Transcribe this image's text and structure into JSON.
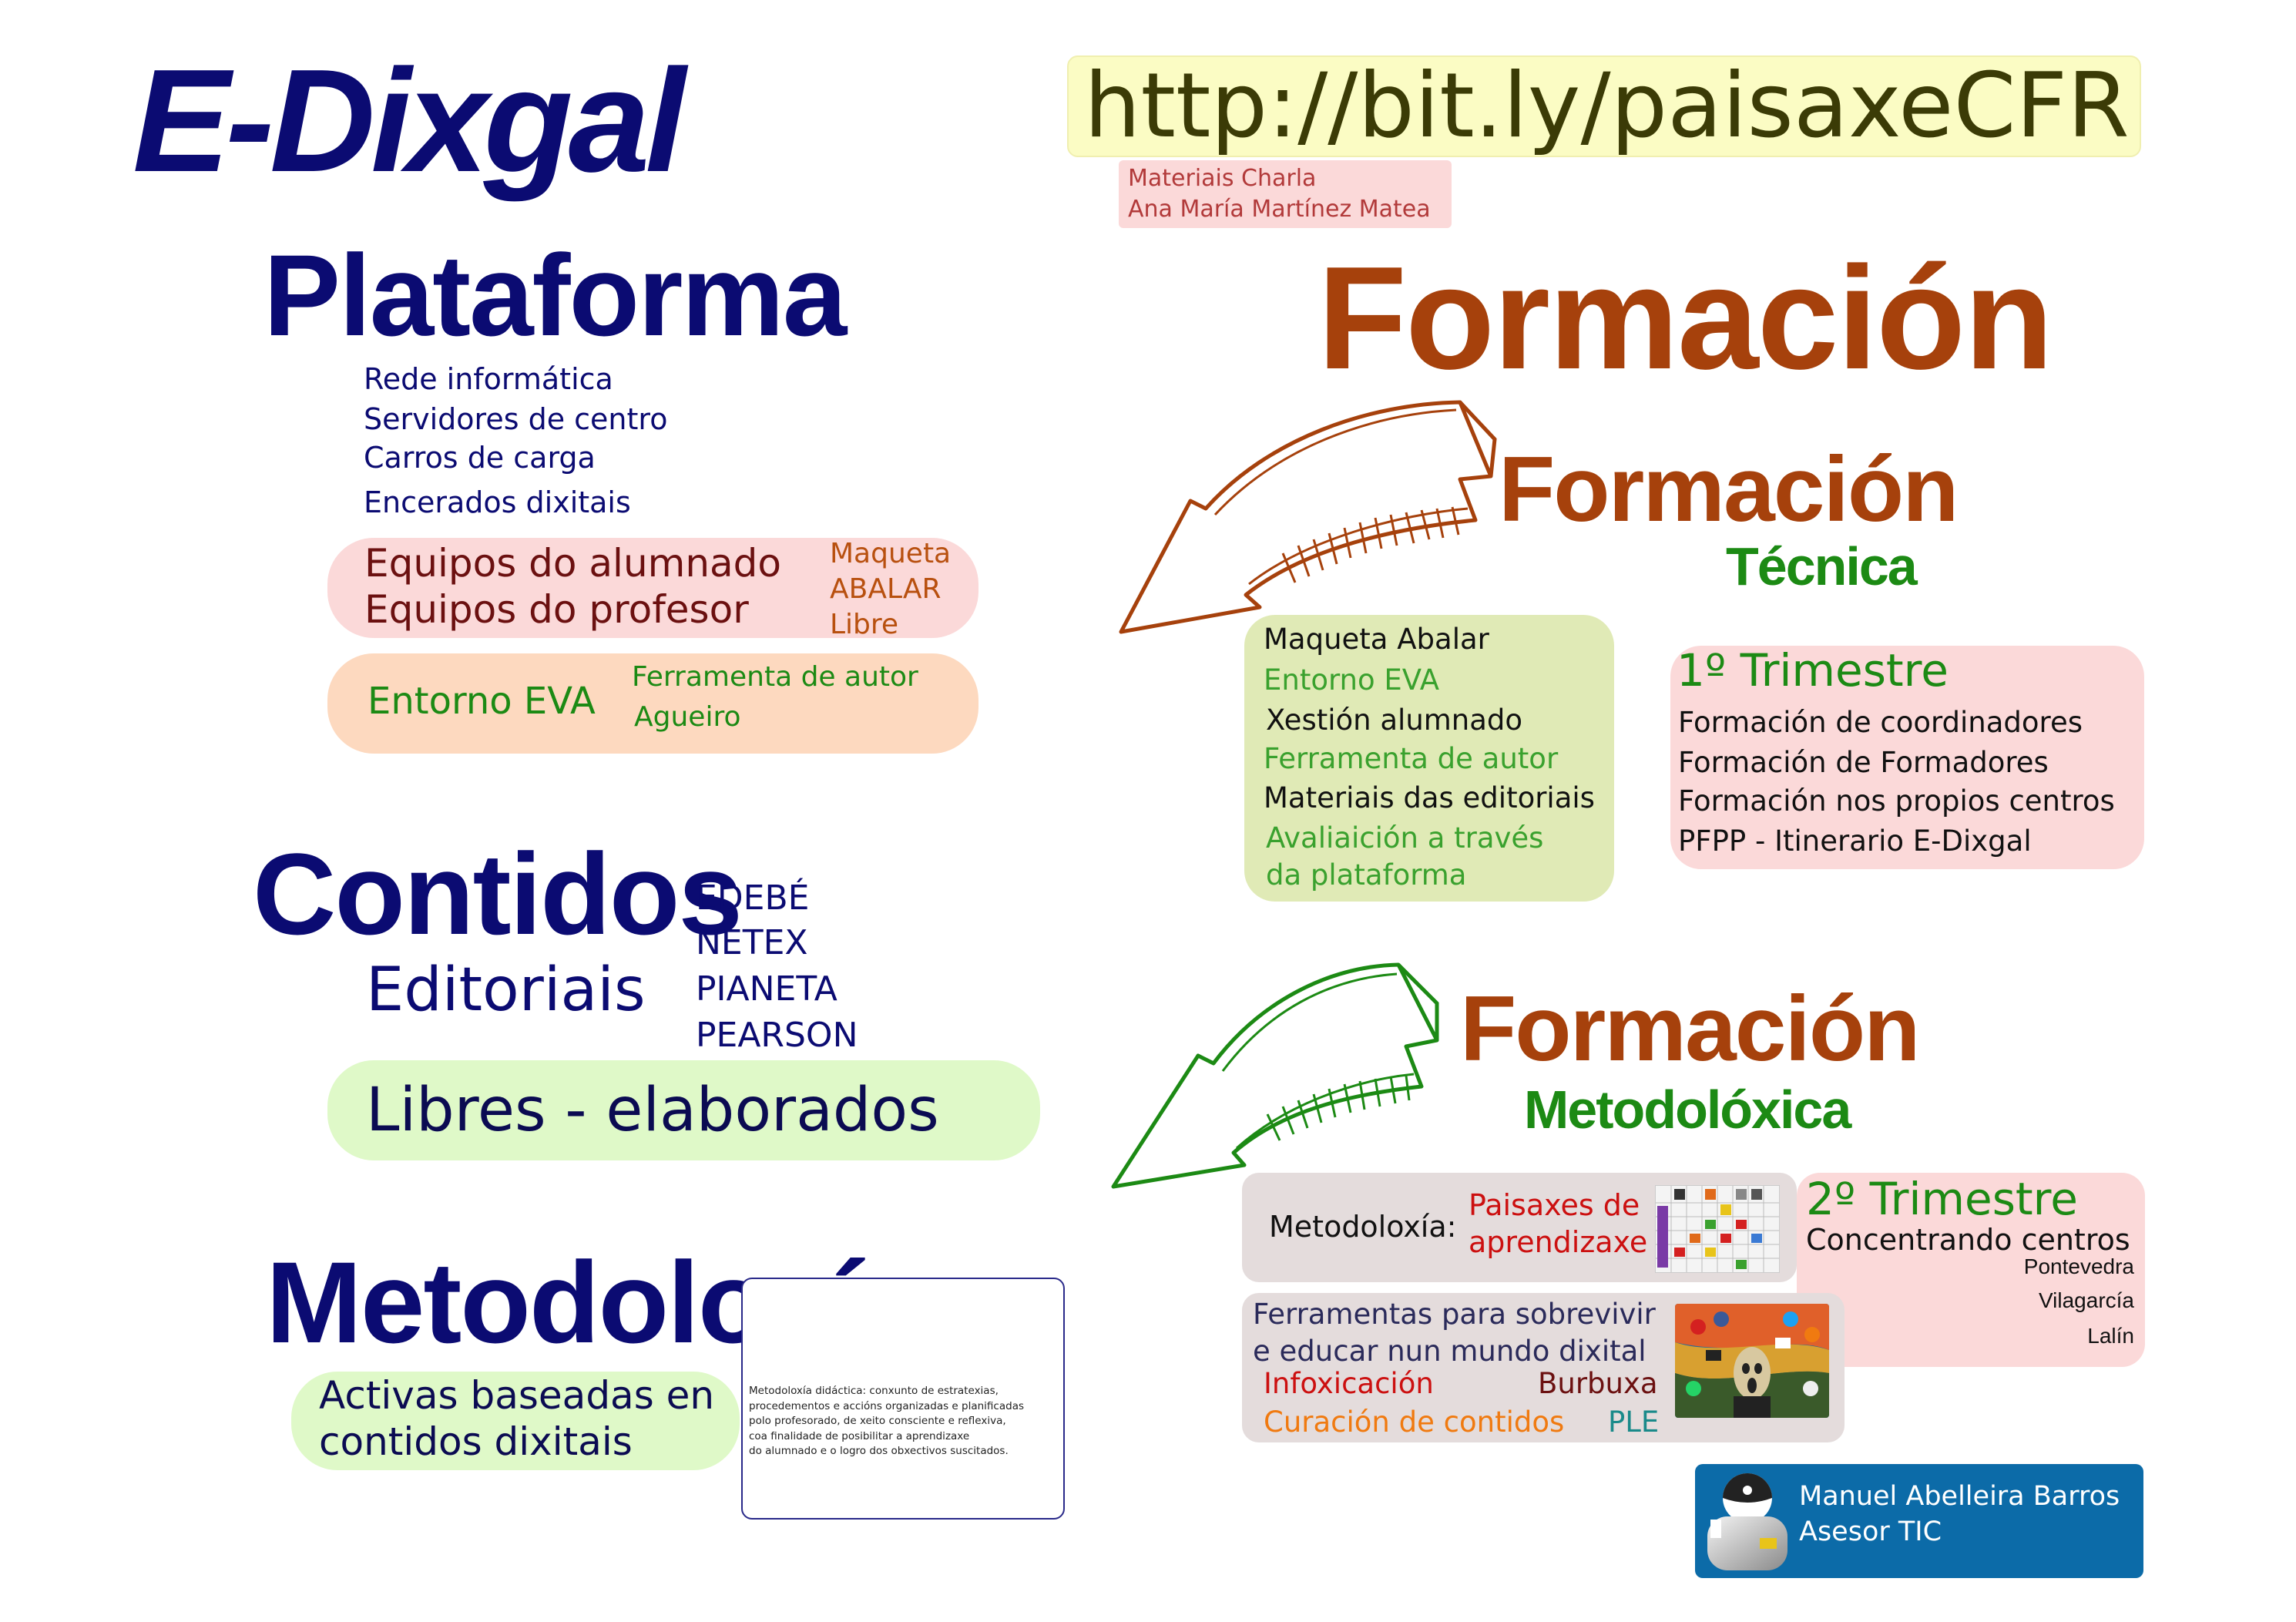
{
  "header": {
    "title": "E-Dixgal",
    "url": "http://bit.ly/paisaxeCFR",
    "credits": [
      "Materiais Charla",
      "Ana María Martínez Matea"
    ]
  },
  "plataforma": {
    "title": "Plataforma",
    "items": [
      "Rede informática",
      "Servidores de centro",
      "Carros de carga",
      "Encerados dixitais"
    ],
    "equipos": [
      "Equipos do alumnado",
      "Equipos do profesor"
    ],
    "equipos_tags": [
      "Maqueta",
      "ABALAR",
      "Libre"
    ],
    "entorno": "Entorno EVA",
    "entorno_tags": [
      "Ferramenta de autor",
      "Agueiro"
    ]
  },
  "contidos": {
    "title": "Contidos",
    "editoriais": "Editoriais",
    "publishers": [
      "EDEBÉ",
      "NETEX",
      "PIANETA",
      "PEARSON"
    ],
    "libres": "Libres - elaborados"
  },
  "metodoloxia": {
    "title": "Metodoloxía",
    "activas": [
      "Activas baseadas en",
      "contidos dixitais"
    ],
    "definition": [
      "Metodoloxía didáctica: conxunto de estratexias,",
      "procedementos e accións organizadas e planificadas",
      "polo profesorado, de xeito consciente e reflexiva,",
      "coa finalidade de posibilitar a aprendizaxe",
      "do alumnado e o logro dos obxectivos suscitados."
    ]
  },
  "formacion": {
    "title": "Formación",
    "tecnica": {
      "title": "Formación",
      "subtitle": "Técnica",
      "items": [
        {
          "text": "Maqueta Abalar",
          "color": "#111111"
        },
        {
          "text": "Entorno EVA",
          "color": "#3aa12e"
        },
        {
          "text": "Xestión alumnado",
          "color": "#111111"
        },
        {
          "text": "Ferramenta de autor",
          "color": "#3aa12e"
        },
        {
          "text": "Materiais das editoriais",
          "color": "#111111"
        },
        {
          "text": "Avaliaición a través",
          "color": "#3aa12e"
        },
        {
          "text": "da plataforma",
          "color": "#3aa12e"
        }
      ],
      "trimestre": "1º Trimestre",
      "trimestre_items": [
        "Formación de coordinadores",
        "Formación de Formadores",
        "Formación nos propios centros",
        "PFPP - Itinerario E-Dixgal"
      ]
    },
    "metodoloxica": {
      "title": "Formación",
      "subtitle": "Metodolóxica",
      "metodoloxia_label": "Metodoloxía:",
      "paisaxes": [
        "Paisaxes de",
        "aprendizaxe"
      ],
      "ferramentas": [
        "Ferramentas para sobrevivir",
        "e educar nun mundo dixital"
      ],
      "infoxicacion": "Infoxicación",
      "burbuxa": "Burbuxa",
      "curacion": "Curación de contidos",
      "ple": "PLE",
      "trimestre": "2º Trimestre",
      "concentrando": "Concentrando centros",
      "places": [
        "Pontevedra",
        "Vilagarcía",
        "Lalín"
      ]
    }
  },
  "author": {
    "name": "Manuel Abelleira Barros",
    "role": "Asesor TIC"
  },
  "colors": {
    "navy": "#0b0b72",
    "brown": "#a6410c",
    "green": "#1c8a14",
    "url_bg": "#fbfcc4",
    "pink_bg": "#fbd9d9",
    "peach_bg": "#fdd9bf",
    "lightgreen_bg": "#dff9c8",
    "olive_bg": "#e0eab6",
    "grey_bg": "#e4dcdc",
    "author_bg": "#0c6ba8"
  }
}
